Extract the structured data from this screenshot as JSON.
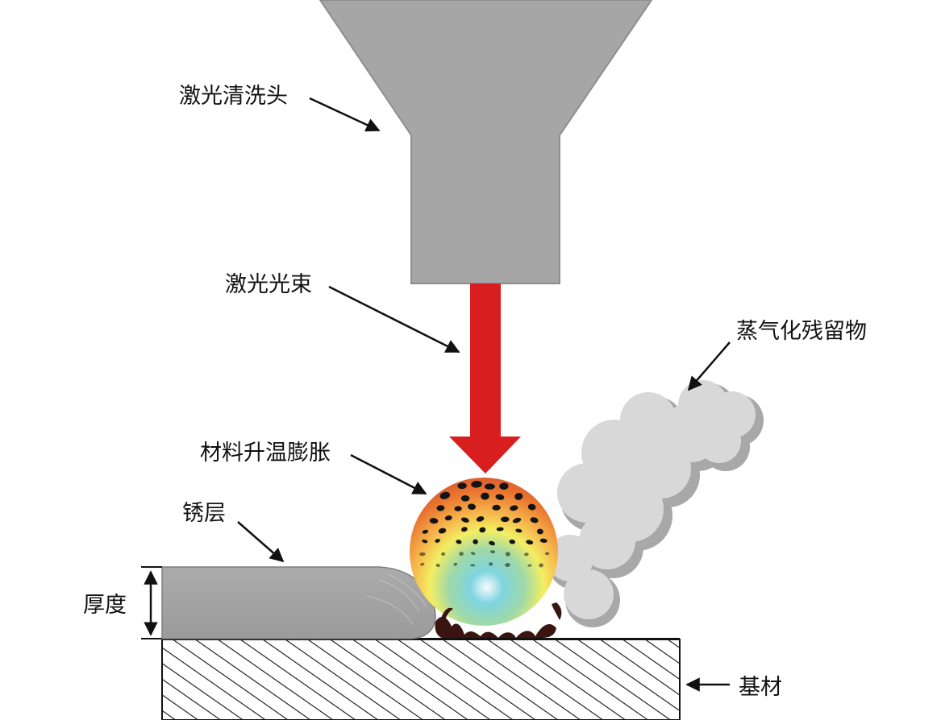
{
  "labels": {
    "head": "激光清洗头",
    "beam": "激光光束",
    "vapor": "蒸气化残留物",
    "heating": "材料升温膨胀",
    "rust": "锈层",
    "thickness": "厚度",
    "substrate": "基材"
  },
  "colors": {
    "head_fill": "#a6a6a6",
    "head_stroke": "#8a8a8a",
    "beam": "#d81e1e",
    "rust_layer": "#a3a3a3",
    "smoke": "#d7d7d7",
    "hatch": "#111111",
    "text": "#111111"
  },
  "icons": {
    "arrow": "callout-arrow-icon",
    "double_arrow": "double-headed-arrow-icon"
  }
}
